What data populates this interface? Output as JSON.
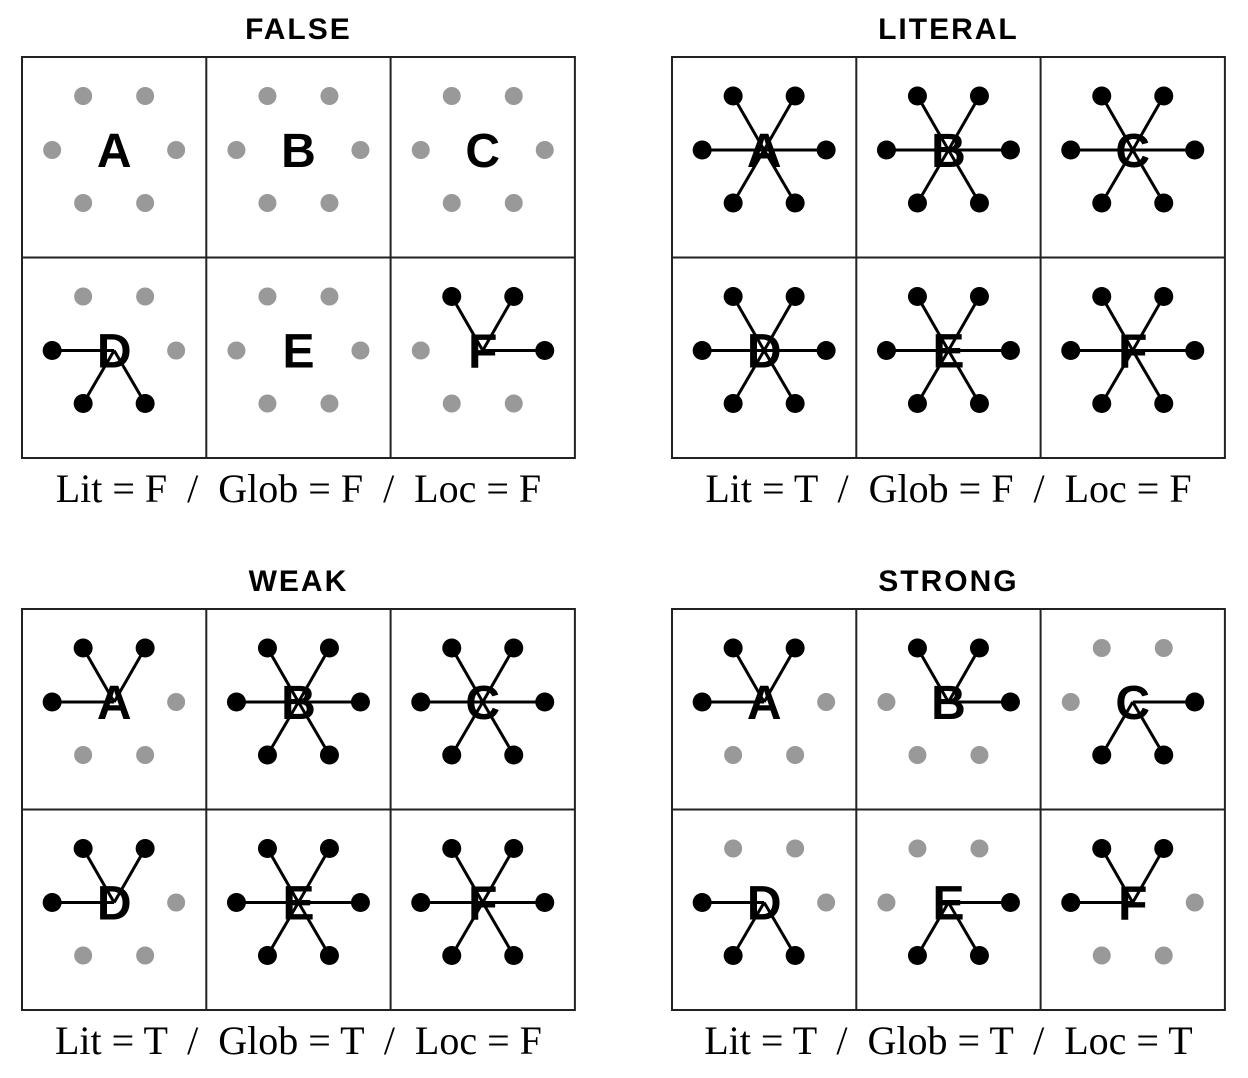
{
  "colors": {
    "connected": "#000000",
    "unconnected": "#999999",
    "border": "#222222"
  },
  "dot_order": [
    "top-left",
    "top-right",
    "left",
    "right",
    "bottom-left",
    "bottom-right"
  ],
  "panels": [
    {
      "title": "FALSE",
      "caption": "Lit = F  /  Glob = F  /  Loc = F",
      "cells": [
        {
          "letter": "A",
          "connected": []
        },
        {
          "letter": "B",
          "connected": []
        },
        {
          "letter": "C",
          "connected": []
        },
        {
          "letter": "D",
          "connected": [
            2,
            4,
            5
          ]
        },
        {
          "letter": "E",
          "connected": []
        },
        {
          "letter": "F",
          "connected": [
            0,
            1,
            3
          ]
        }
      ]
    },
    {
      "title": "LITERAL",
      "caption": "Lit = T  /  Glob = F  /  Loc = F",
      "cells": [
        {
          "letter": "A",
          "connected": [
            0,
            1,
            2,
            3,
            4,
            5
          ]
        },
        {
          "letter": "B",
          "connected": [
            0,
            1,
            2,
            3,
            4,
            5
          ]
        },
        {
          "letter": "C",
          "connected": [
            0,
            1,
            2,
            3,
            4,
            5
          ]
        },
        {
          "letter": "D",
          "connected": [
            0,
            1,
            2,
            3,
            4,
            5
          ]
        },
        {
          "letter": "E",
          "connected": [
            0,
            1,
            2,
            3,
            4,
            5
          ]
        },
        {
          "letter": "F",
          "connected": [
            0,
            1,
            2,
            3,
            4,
            5
          ]
        }
      ]
    },
    {
      "title": "WEAK",
      "caption": "Lit = T  /  Glob = T  /  Loc = F",
      "cells": [
        {
          "letter": "A",
          "connected": [
            0,
            1,
            2
          ]
        },
        {
          "letter": "B",
          "connected": [
            0,
            1,
            2,
            3,
            4,
            5
          ]
        },
        {
          "letter": "C",
          "connected": [
            0,
            1,
            2,
            3,
            4,
            5
          ]
        },
        {
          "letter": "D",
          "connected": [
            0,
            1,
            2
          ]
        },
        {
          "letter": "E",
          "connected": [
            0,
            1,
            2,
            3,
            4,
            5
          ]
        },
        {
          "letter": "F",
          "connected": [
            0,
            1,
            2,
            3,
            4,
            5
          ]
        }
      ]
    },
    {
      "title": "STRONG",
      "caption": "Lit = T  /  Glob = T  /  Loc = T",
      "cells": [
        {
          "letter": "A",
          "connected": [
            0,
            1,
            2
          ]
        },
        {
          "letter": "B",
          "connected": [
            0,
            1,
            3
          ]
        },
        {
          "letter": "C",
          "connected": [
            3,
            4,
            5
          ]
        },
        {
          "letter": "D",
          "connected": [
            2,
            4,
            5
          ]
        },
        {
          "letter": "E",
          "connected": [
            3,
            4,
            5
          ]
        },
        {
          "letter": "F",
          "connected": [
            0,
            1,
            2
          ]
        }
      ]
    }
  ]
}
